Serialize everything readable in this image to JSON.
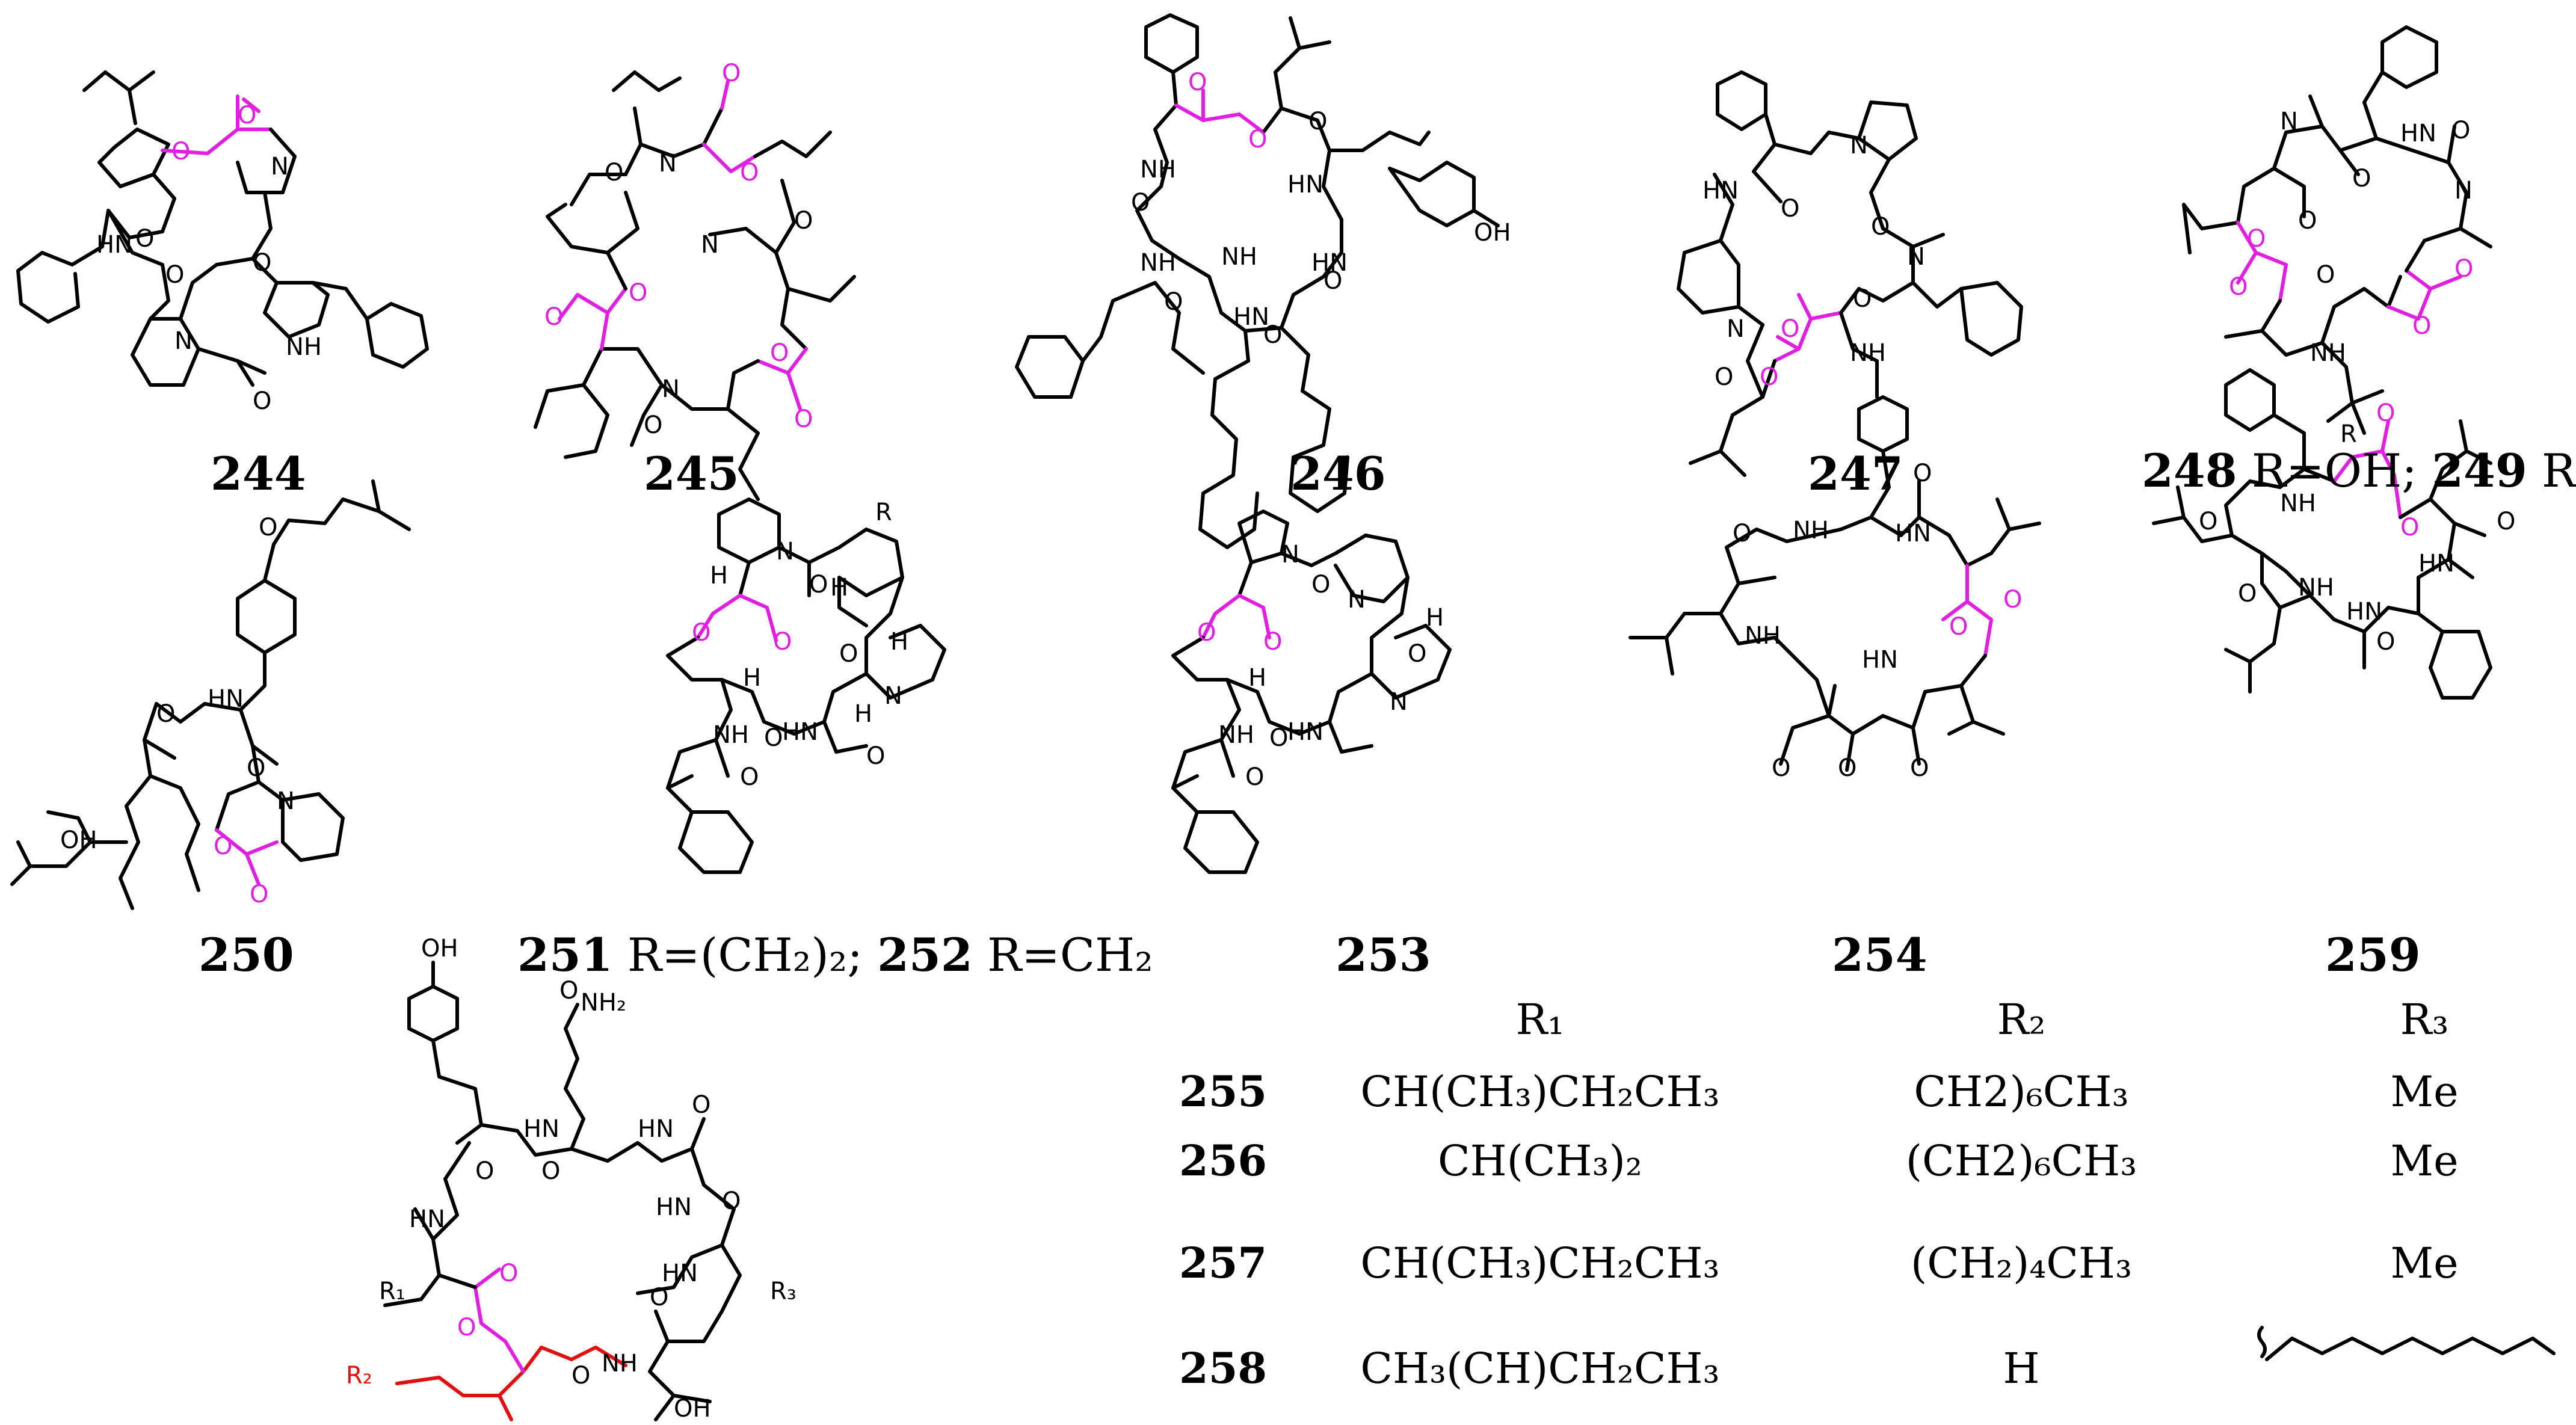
{
  "captions": {
    "c244": "244",
    "c245": "245",
    "c246": "246",
    "c247": "247",
    "c248_num": "248",
    "c248_sub": " R=OH; ",
    "c249_num": "249",
    "c249_sub": " R=H",
    "c250": "250",
    "c251_num": "251",
    "c251_sub": " R=(CH₂)₂; ",
    "c252_num": "252",
    "c252_sub": " R=CH₂",
    "c253": "253",
    "c254": "254",
    "c259": "259"
  },
  "atoms": {
    "O": "O",
    "NH": "NH",
    "HN": "HN",
    "N": "N",
    "OH": "OH",
    "NH2": "NH₂",
    "H": "H",
    "R": "R",
    "R1": "R₁",
    "R2": "R₂",
    "R3": "R₃"
  },
  "table": {
    "headers": [
      "R₁",
      "R₂",
      "R₃"
    ],
    "rows": [
      {
        "id": "255",
        "r1": "CH(CH₃)CH₂CH₃",
        "r2": "CH2)₆CH₃",
        "r3": "Me"
      },
      {
        "id": "256",
        "r1": "CH(CH₃)₂",
        "r2": "(CH2)₆CH₃",
        "r3": "Me"
      },
      {
        "id": "257",
        "r1": "CH(CH₃)CH₂CH₃",
        "r2": "(CH₂)₄CH₃",
        "r3": "Me"
      },
      {
        "id": "258",
        "r1": "CH₃(CH)CH₂CH₃",
        "r2": "H",
        "r3": ""
      }
    ]
  },
  "colors": {
    "ester": "#e020e0",
    "chain": "#e01010",
    "bond": "#000000"
  }
}
